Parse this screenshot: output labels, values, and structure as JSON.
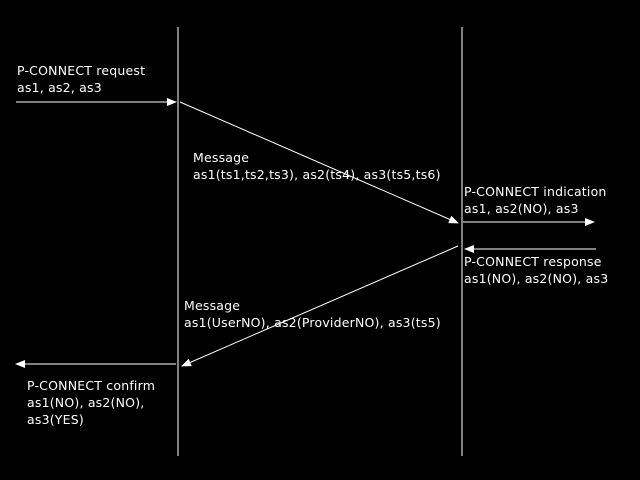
{
  "colors": {
    "background": "#000000",
    "foreground": "#ffffff"
  },
  "connect_request": {
    "title": "P-CONNECT request",
    "params": "as1, as2, as3"
  },
  "message_forward": {
    "title": "Message",
    "params": "as1(ts1,ts2,ts3), as2(ts4), as3(ts5,ts6)"
  },
  "connect_indication": {
    "title": "P-CONNECT indication",
    "params": "as1, as2(NO), as3"
  },
  "connect_response": {
    "title": "P-CONNECT response",
    "params": "as1(NO), as2(NO), as3"
  },
  "message_backward": {
    "title": "Message",
    "params": "as1(UserNO), as2(ProviderNO), as3(ts5)"
  },
  "connect_confirm": {
    "title": "P-CONNECT confirm",
    "params_line1": "as1(NO), as2(NO),",
    "params_line2": "as3(YES)"
  }
}
